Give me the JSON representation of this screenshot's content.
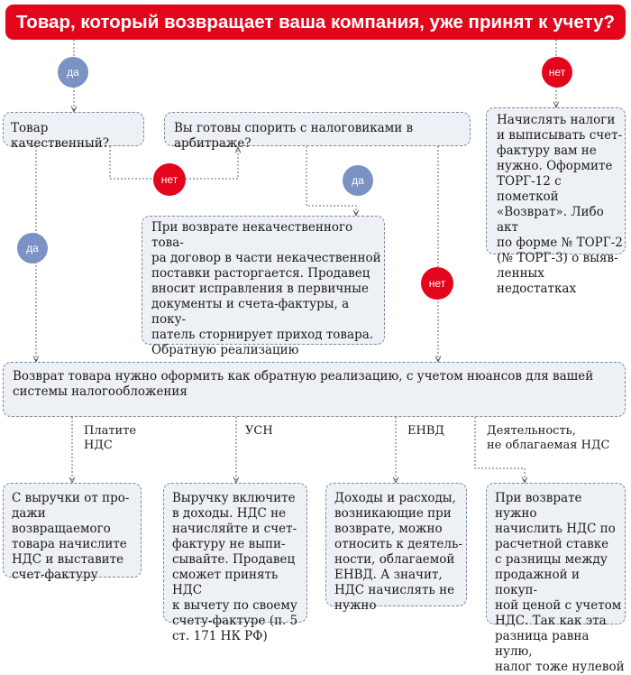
{
  "header": {
    "title": "Товар, который возвращает ваша компания, уже принят к учету?"
  },
  "badges": {
    "yes": "да",
    "no": "нет"
  },
  "question_quality": "Товар качественный?",
  "question_dispute": "Вы готовы спорить с налоговиками в арбитраже?",
  "box_no_accounting": "Начислять налоги\nи выписывать счет-\nфактуру вам не\nнужно. Оформите\nТОРГ-12 с пометкой\n«Возврат». Либо акт\nпо форме № ТОРГ-2\n(№ ТОРГ-3) о выяв-\nленных недостатках",
  "box_defective": "При возврате некачественного това-\nра договор в части некачественной\nпоставки расторгается. Продавец\nвносит исправления в первичные\nдокументы и счета-фактуры, а поку-\nпатель сторнирует приход товара.\nОбратную реализацию некачественно-\nго товара отражать не нужно",
  "box_reverse_sale": "Возврат товара нужно оформить как обратную реализацию, с учетом нюансов для вашей\nсистемы налогообложения",
  "regimes": {
    "vat": "Платите\nНДС",
    "usn": "УСН",
    "envd": "ЕНВД",
    "non_taxable": "Деятельность,\nне облагаемая НДС"
  },
  "outcomes": {
    "vat": "С выручки от про-\nдажи возвращаемого\nтовара начислите\nНДС и выставите\nсчет-фактуру",
    "usn": "Выручку включите\nв доходы. НДС не\nначисляйте и счет-\nфактуру не выпи-\nсывайте. Продавец\nсможет принять НДС\nк вычету по своему\nсчету-фактуре (п. 5\nст. 171 НК РФ)",
    "envd": "Доходы и расходы,\nвозникающие при\nвозврате, можно\nотносить к деятель-\nности, облагаемой\nЕНВД. А значит,\nНДС начислять не\nнужно",
    "non_taxable": "При возврате нужно\nначислить НДС по\nрасчетной ставке\nс разницы между\nпродажной и покуп-\nной ценой с учетом\nНДС. Так как эта\nразница равна нулю,\nналог тоже нулевой"
  },
  "colors": {
    "accent_red": "#e3051b",
    "badge_blue": "#7b92c4",
    "box_fill": "#edf1f5",
    "box_border": "#7a8a9c"
  }
}
